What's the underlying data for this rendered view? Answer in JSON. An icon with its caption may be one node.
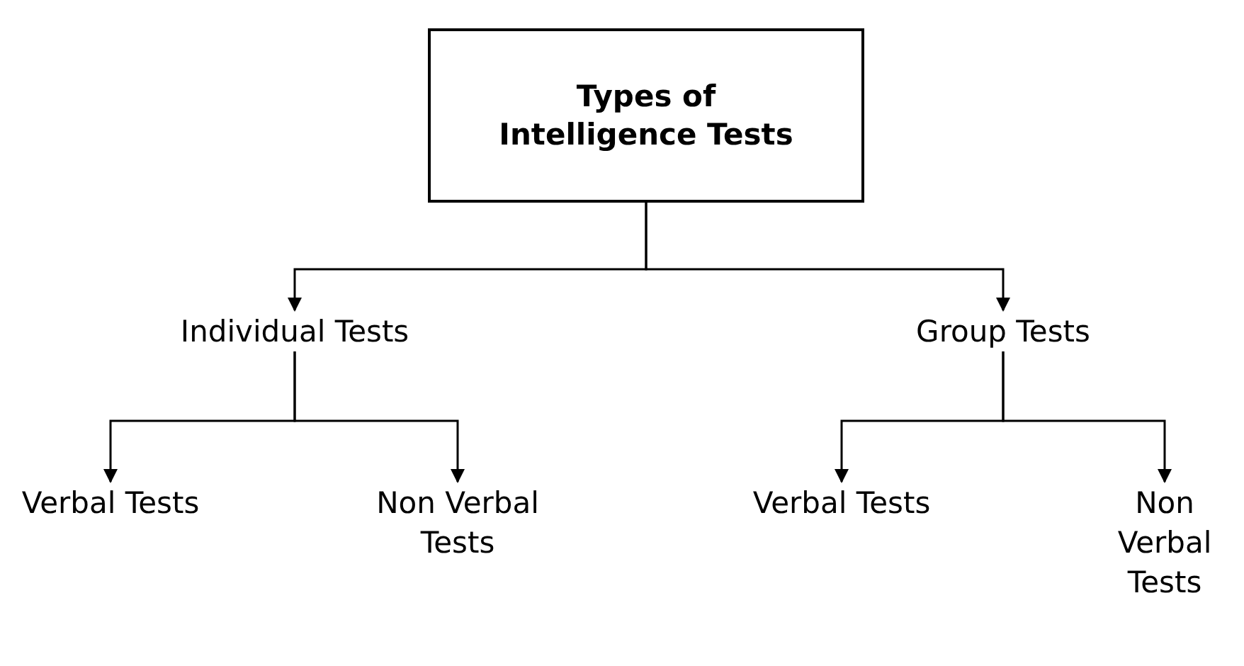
{
  "diagram": {
    "nodes": [
      {
        "text": [
          "Types of Intelligence Tests"
        ]
      },
      {
        "text": [
          "Individual Tests"
        ]
      },
      {
        "text": [
          "Group Tests"
        ]
      },
      {
        "text": [
          "Verbal Tests"
        ]
      },
      {
        "text": [
          "Non Verbal Tests"
        ]
      },
      {
        "text": [
          "Verbal Tests"
        ]
      },
      {
        "text": [
          "Non Verbal Tests"
        ]
      }
    ],
    "edges": [
      {
        "from": 0,
        "to": 1,
        "arrow": "to"
      },
      {
        "from": 0,
        "to": 2,
        "arrow": "to"
      },
      {
        "from": 1,
        "to": 3,
        "arrow": "to"
      },
      {
        "from": 1,
        "to": 4,
        "arrow": "to"
      },
      {
        "from": 2,
        "to": 5,
        "arrow": "to"
      },
      {
        "from": 2,
        "to": 6,
        "arrow": "to"
      }
    ]
  }
}
